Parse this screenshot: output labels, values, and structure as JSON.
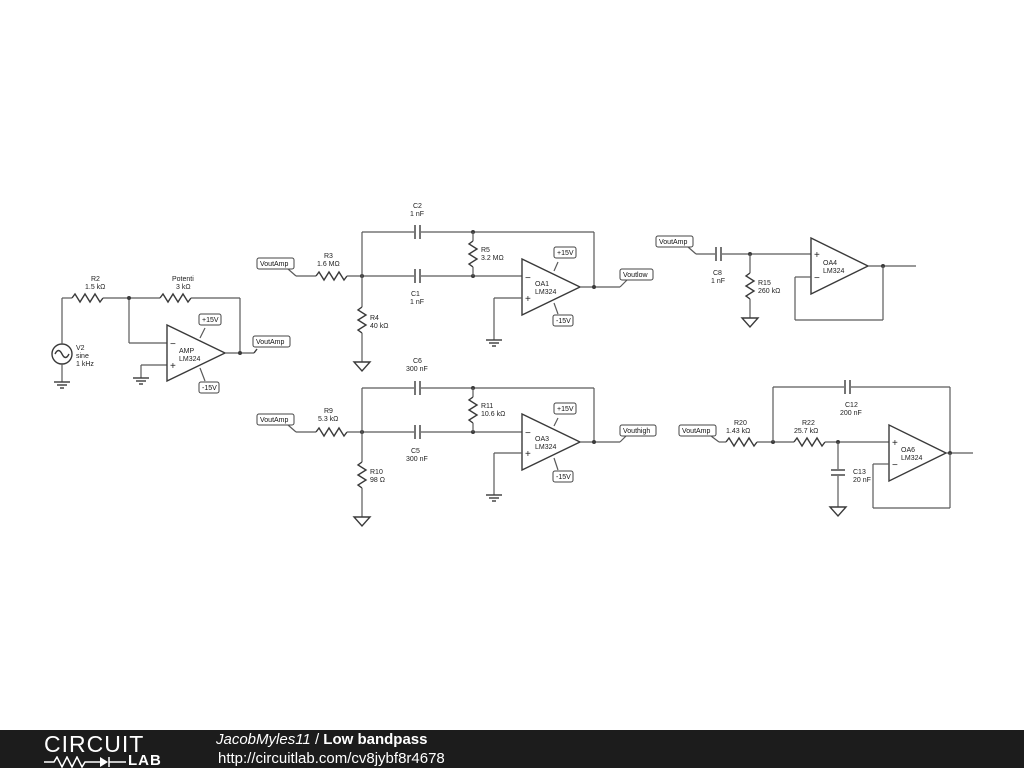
{
  "footer": {
    "logo_top": "CIRCUIT",
    "logo_bottom": "LAB",
    "author": "JacobMyles11",
    "separator": " / ",
    "project_name": "Low bandpass",
    "url": "http://circuitlab.com/cv8jybf8r4678"
  },
  "components": {
    "v2": {
      "ref": "V2",
      "kind": "sine",
      "value": "1 kHz"
    },
    "r2": {
      "ref": "R2",
      "value": "1.5 kΩ"
    },
    "potenti": {
      "ref": "Potenti",
      "value": "3 kΩ"
    },
    "amp": {
      "ref": "AMP",
      "model": "LM324"
    },
    "r3": {
      "ref": "R3",
      "value": "1.6 MΩ"
    },
    "r4": {
      "ref": "R4",
      "value": "40 kΩ"
    },
    "r5": {
      "ref": "R5",
      "value": "3.2 MΩ"
    },
    "c1": {
      "ref": "C1",
      "value": "1 nF"
    },
    "c2": {
      "ref": "C2",
      "value": "1 nF"
    },
    "oa1": {
      "ref": "OA1",
      "model": "LM324"
    },
    "r9": {
      "ref": "R9",
      "value": "5.3 kΩ"
    },
    "r10": {
      "ref": "R10",
      "value": "98 Ω"
    },
    "r11": {
      "ref": "R11",
      "value": "10.6 kΩ"
    },
    "c5": {
      "ref": "C5",
      "value": "300 nF"
    },
    "c6": {
      "ref": "C6",
      "value": "300 nF"
    },
    "oa3": {
      "ref": "OA3",
      "model": "LM324"
    },
    "c8": {
      "ref": "C8",
      "value": "1 nF"
    },
    "r15": {
      "ref": "R15",
      "value": "260 kΩ"
    },
    "oa4": {
      "ref": "OA4",
      "model": "LM324"
    },
    "r20": {
      "ref": "R20",
      "value": "1.43 kΩ"
    },
    "r22": {
      "ref": "R22",
      "value": "25.7 kΩ"
    },
    "c12": {
      "ref": "C12",
      "value": "200 nF"
    },
    "c13": {
      "ref": "C13",
      "value": "20 nF"
    },
    "oa6": {
      "ref": "OA6",
      "model": "LM324"
    }
  },
  "net_labels": {
    "voutamp": "VoutAmp",
    "voutlow": "Voutlow",
    "vouthigh": "Vouthigh",
    "vpos": "+15V",
    "vneg": "-15V"
  },
  "op_signs": {
    "plus": "+",
    "minus": "−"
  }
}
